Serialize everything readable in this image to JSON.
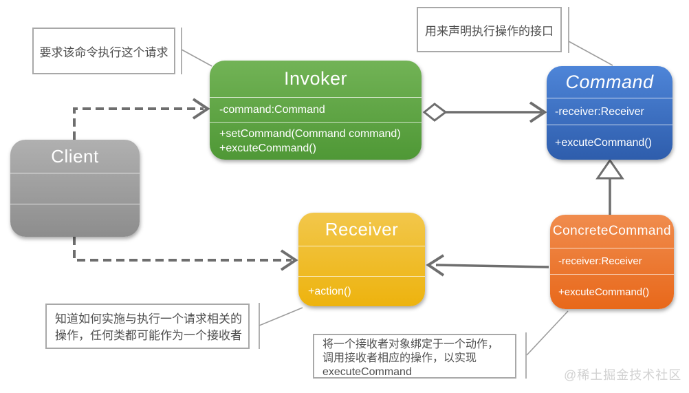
{
  "diagram_title": "Command design pattern UML diagram",
  "colors": {
    "invoker_top": "#72b356",
    "invoker_bottom": "#4f9836",
    "command_top": "#4e85d8",
    "command_bottom": "#2e5dac",
    "client_top": "#b0b0b0",
    "client_bottom": "#8d8d8d",
    "receiver_top": "#f2c74b",
    "receiver_bottom": "#edb30e",
    "concrete_top": "#f08c4e",
    "concrete_bottom": "#e8681a",
    "line": "#6e6e6e",
    "callout_border": "#a8a8a8",
    "callout_text": "#4f4f4f",
    "watermark": "#d2d2d2"
  },
  "classes": {
    "client": {
      "title": "Client"
    },
    "invoker": {
      "title": "Invoker",
      "attributes": [
        "-command:Command"
      ],
      "methods": [
        "+setCommand(Command command)",
        "+excuteCommand()"
      ]
    },
    "command": {
      "title": "Command",
      "attributes": [
        "-receiver:Receiver"
      ],
      "methods": [
        "+excuteCommand()"
      ]
    },
    "receiver": {
      "title": "Receiver",
      "methods": [
        "+action()"
      ]
    },
    "concrete_command": {
      "title": "ConcreteCommand",
      "attributes": [
        "-receiver:Receiver"
      ],
      "methods": [
        "+excuteCommand()"
      ]
    }
  },
  "callouts": {
    "invoker_note": {
      "lines": [
        "要求该命令执行这个请求"
      ]
    },
    "command_note": {
      "lines": [
        "用来声明执行操作的接口"
      ]
    },
    "receiver_note": {
      "lines": [
        "知道如何实施与执行一个请求相关的",
        "操作，任何类都可能作为一个接收者"
      ]
    },
    "concrete_command_note": {
      "lines": [
        "将一个接收者对象绑定于一个动作，",
        "调用接收者相应的操作，以实现",
        "executeCommand"
      ]
    }
  },
  "relations": [
    "Client ..> Invoker (dashed dependency)",
    "Client ..> Receiver (dashed dependency)",
    "Invoker o-> Command (aggregation)",
    "ConcreteCommand -|> Command (inheritance)",
    "ConcreteCommand -> Receiver (association)"
  ],
  "watermark": "@稀土掘金技术社区"
}
